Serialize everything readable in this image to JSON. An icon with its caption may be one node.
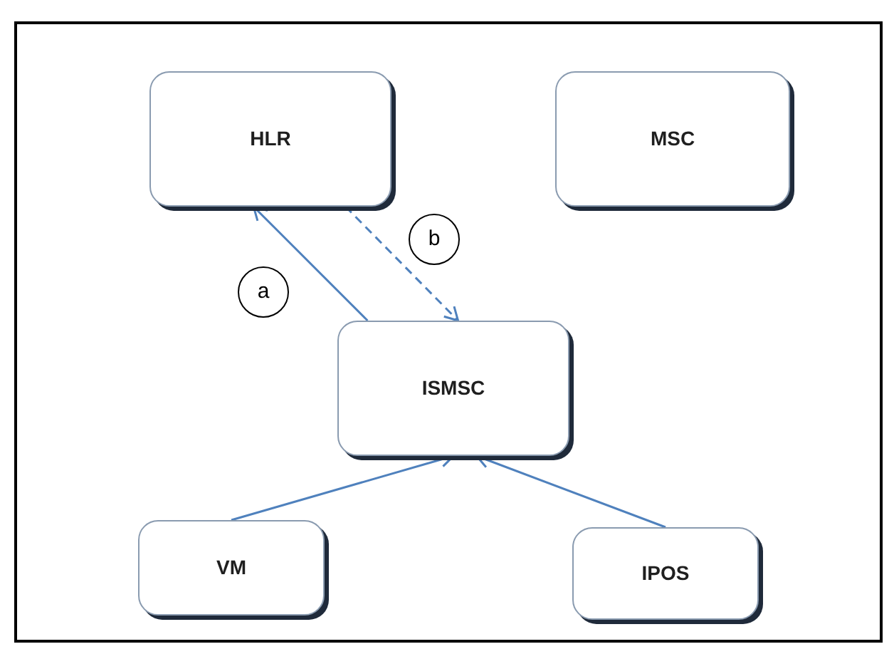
{
  "diagram": {
    "nodes": [
      {
        "text": [
          "HLR"
        ]
      },
      {
        "text": [
          "MSC"
        ]
      },
      {
        "text": [
          "ISMSC"
        ]
      },
      {
        "text": [
          "VM"
        ]
      },
      {
        "text": [
          "IPOS"
        ]
      }
    ],
    "edges": [
      {
        "from": 2,
        "to": 0,
        "arrow": "to",
        "label": "a"
      },
      {
        "from": 0,
        "to": 2,
        "arrow": "to",
        "label": "b",
        "style": "dashed"
      },
      {
        "from": 3,
        "to": 2,
        "arrow": "to"
      },
      {
        "from": 4,
        "to": 2,
        "arrow": "to"
      }
    ]
  }
}
